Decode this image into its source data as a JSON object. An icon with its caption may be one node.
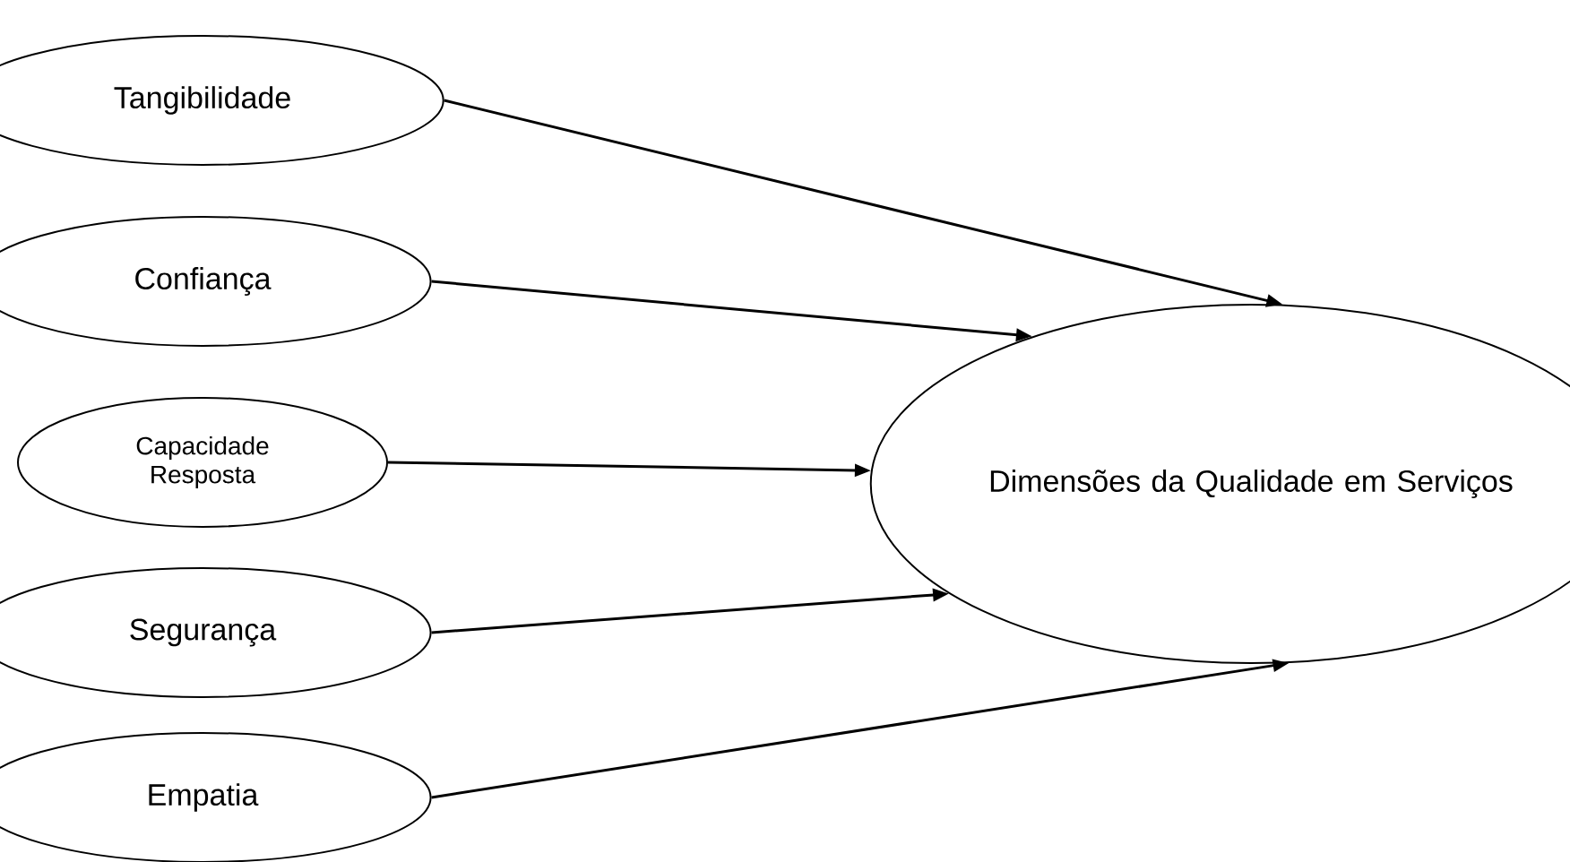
{
  "diagram": {
    "nodes": [
      {
        "text": [
          "Tangibilidade"
        ]
      },
      {
        "text": [
          "Confiança"
        ]
      },
      {
        "text": [
          "Capacidade Resposta"
        ]
      },
      {
        "text": [
          "Segurança"
        ]
      },
      {
        "text": [
          "Empatia"
        ]
      },
      {
        "text": [
          "Dimensões da Qualidade em Serviços"
        ]
      }
    ],
    "edges": [
      {
        "from": 0,
        "to": 5,
        "arrow": "to"
      },
      {
        "from": 1,
        "to": 5,
        "arrow": "to"
      },
      {
        "from": 2,
        "to": 5,
        "arrow": "to"
      },
      {
        "from": 3,
        "to": 5,
        "arrow": "to"
      },
      {
        "from": 4,
        "to": 5,
        "arrow": "to"
      }
    ]
  }
}
